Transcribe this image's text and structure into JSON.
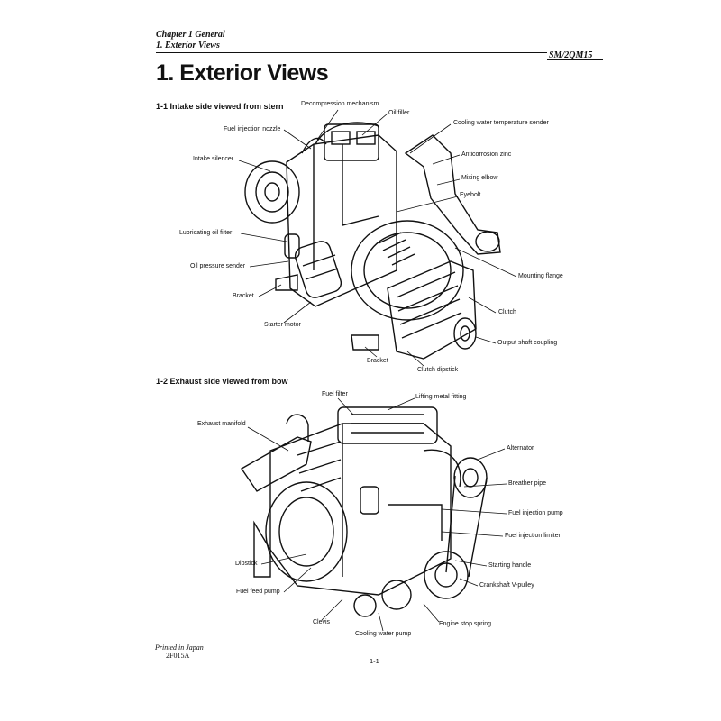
{
  "header": {
    "chapter": "Chapter 1 General",
    "section": "1. Exterior Views",
    "model": "SM/2QM15"
  },
  "title": "1. Exterior Views",
  "figure1": {
    "heading": "1-1 Intake side viewed from stern",
    "labels": {
      "decompression": "Decompression mechanism",
      "oil_filler": "Oil filler",
      "fuel_nozzle": "Fuel injection nozzle",
      "cooling_sender": "Cooling water temperature sender",
      "intake_silencer": "Intake silencer",
      "anticorrosion": "Anticorrosion zinc",
      "mixing_elbow": "Mixing elbow",
      "eyebolt": "Eyebolt",
      "lube_filter": "Lubricating oil filter",
      "oil_pressure": "Oil pressure sender",
      "mounting_flange": "Mounting flange",
      "bracket_a": "Bracket",
      "clutch": "Clutch",
      "starter_motor": "Starter motor",
      "output_coupling": "Output shaft coupling",
      "bracket_b": "Bracket",
      "clutch_dipstick": "Clutch dipstick"
    }
  },
  "figure2": {
    "heading": "1-2 Exhaust side viewed from bow",
    "labels": {
      "fuel_filter": "Fuel filter",
      "lifting": "Lifting metal fitting",
      "exhaust_manifold": "Exhaust manifold",
      "alternator": "Alternator",
      "breather": "Breather pipe",
      "fuel_pump": "Fuel injection pump",
      "fuel_limiter": "Fuel injection limiter",
      "dipstick": "Dipstick",
      "starting_handle": "Starting handle",
      "fuel_feed": "Fuel feed pump",
      "crankshaft": "Crankshaft V-pulley",
      "clevis": "Clevis",
      "stop_spring": "Engine stop spring",
      "cooling_pump": "Cooling water pump"
    }
  },
  "footer": {
    "printed": "Printed in Japan",
    "code": "2F015A",
    "page": "1-1"
  }
}
